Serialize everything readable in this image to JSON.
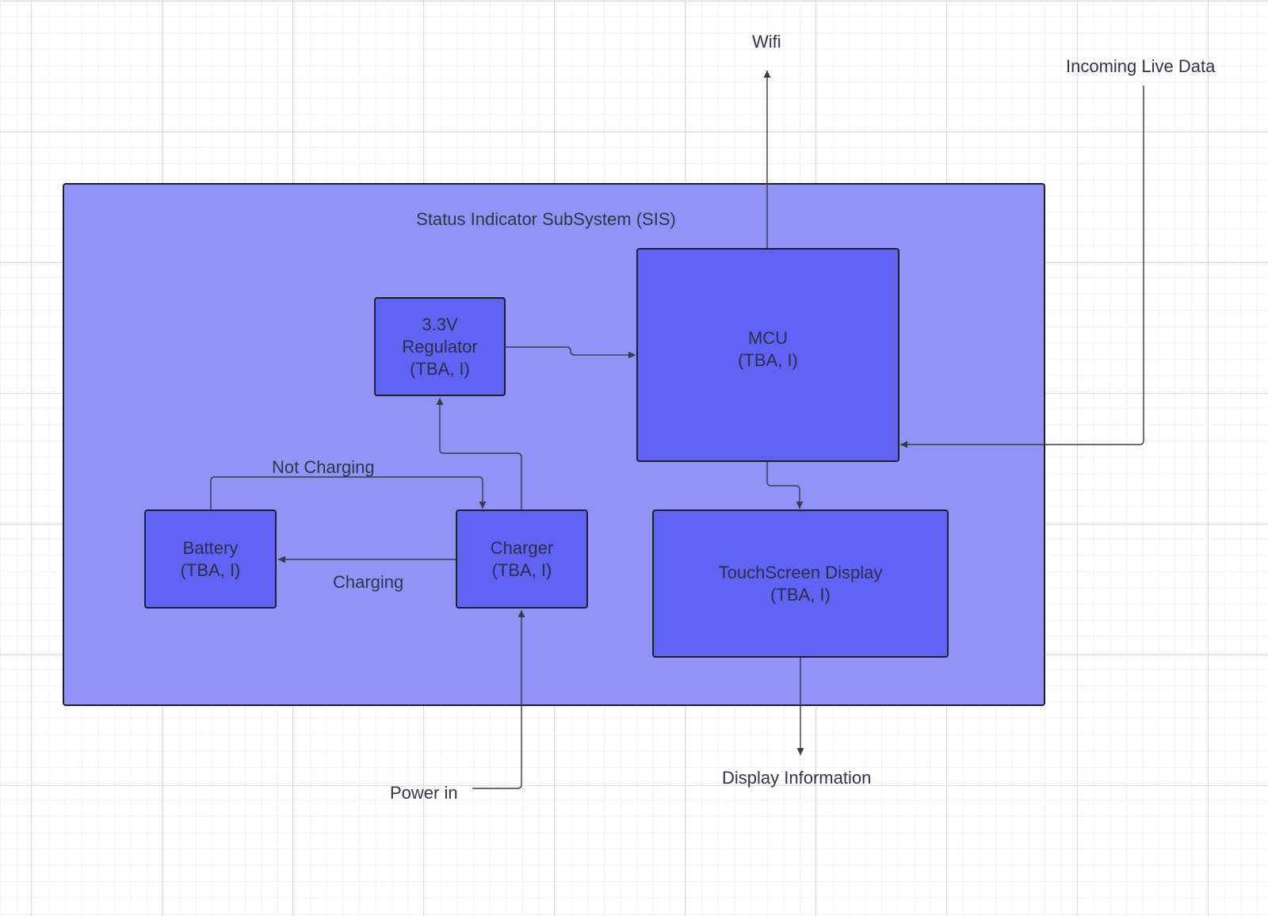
{
  "frame": {
    "title": "Status Indicator SubSystem (SIS)"
  },
  "blocks": {
    "regulator": [
      "3.3V",
      "Regulator",
      "(TBA, I)"
    ],
    "mcu": [
      "MCU",
      "(TBA, I)"
    ],
    "battery": [
      "Battery",
      "(TBA, I)"
    ],
    "charger": [
      "Charger",
      "(TBA, I)"
    ],
    "display": [
      "TouchScreen Display",
      "(TBA, I)"
    ]
  },
  "labels": {
    "wifi": "Wifi",
    "incoming": "Incoming Live Data",
    "not_charging": "Not Charging",
    "charging": "Charging",
    "power_in": "Power in",
    "display_info": "Display Information"
  },
  "colors": {
    "frame_fill": "#9094f6",
    "block_fill": "#6064f6",
    "stroke": "#1e1e2e",
    "connector": "#3a3a4a"
  }
}
